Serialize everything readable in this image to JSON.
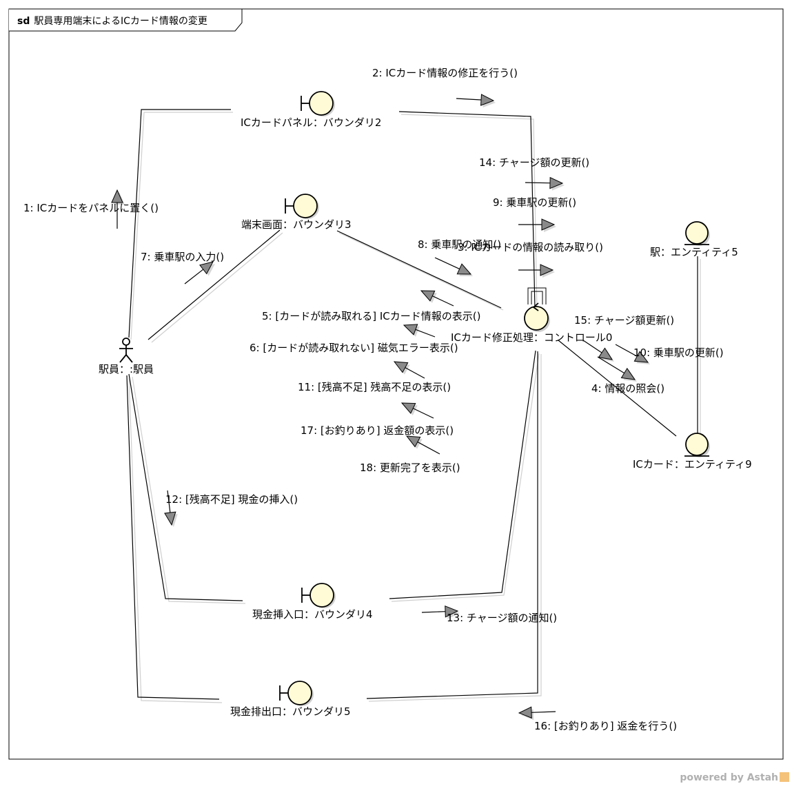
{
  "frame": {
    "keyword": "sd",
    "title": "駅員専用端末によるICカード情報の変更"
  },
  "objects": {
    "actor": "駅員：:駅員",
    "b2": "ICカードパネル：バウンダリ2",
    "b3": "端末画面：バウンダリ3",
    "b4": "現金挿入口：バウンダリ4",
    "b5": "現金排出口：バウンダリ5",
    "control": "ICカード修正処理：コントロール0",
    "e5": "駅：エンティティ5",
    "e9": "ICカード：エンティティ9"
  },
  "messages": {
    "m1": "1: ICカードをパネルに置く()",
    "m2": "2: ICカード情報の修正を行う()",
    "m3": "3: ICカードの情報の読み取り()",
    "m4": "4: 情報の照会()",
    "m5": "5: [カードが読み取れる] ICカード情報の表示()",
    "m6": "6: [カードが読み取れない] 磁気エラー表示()",
    "m7": "7: 乗車駅の入力()",
    "m8": "8: 乗車駅の通知()",
    "m9": "9: 乗車駅の更新()",
    "m10": "10: 乗車駅の更新()",
    "m11": "11: [残高不足] 残高不足の表示()",
    "m12": "12: [残高不足] 現金の挿入()",
    "m13": "13: チャージ額の通知()",
    "m14": "14: チャージ額の更新()",
    "m15": "15: チャージ額更新()",
    "m16": "16: [お釣りあり] 返金を行う()",
    "m17": "17: [お釣りあり] 返金額の表示()",
    "m18": "18: 更新完了を表示()"
  },
  "watermark": "powered by Astah"
}
